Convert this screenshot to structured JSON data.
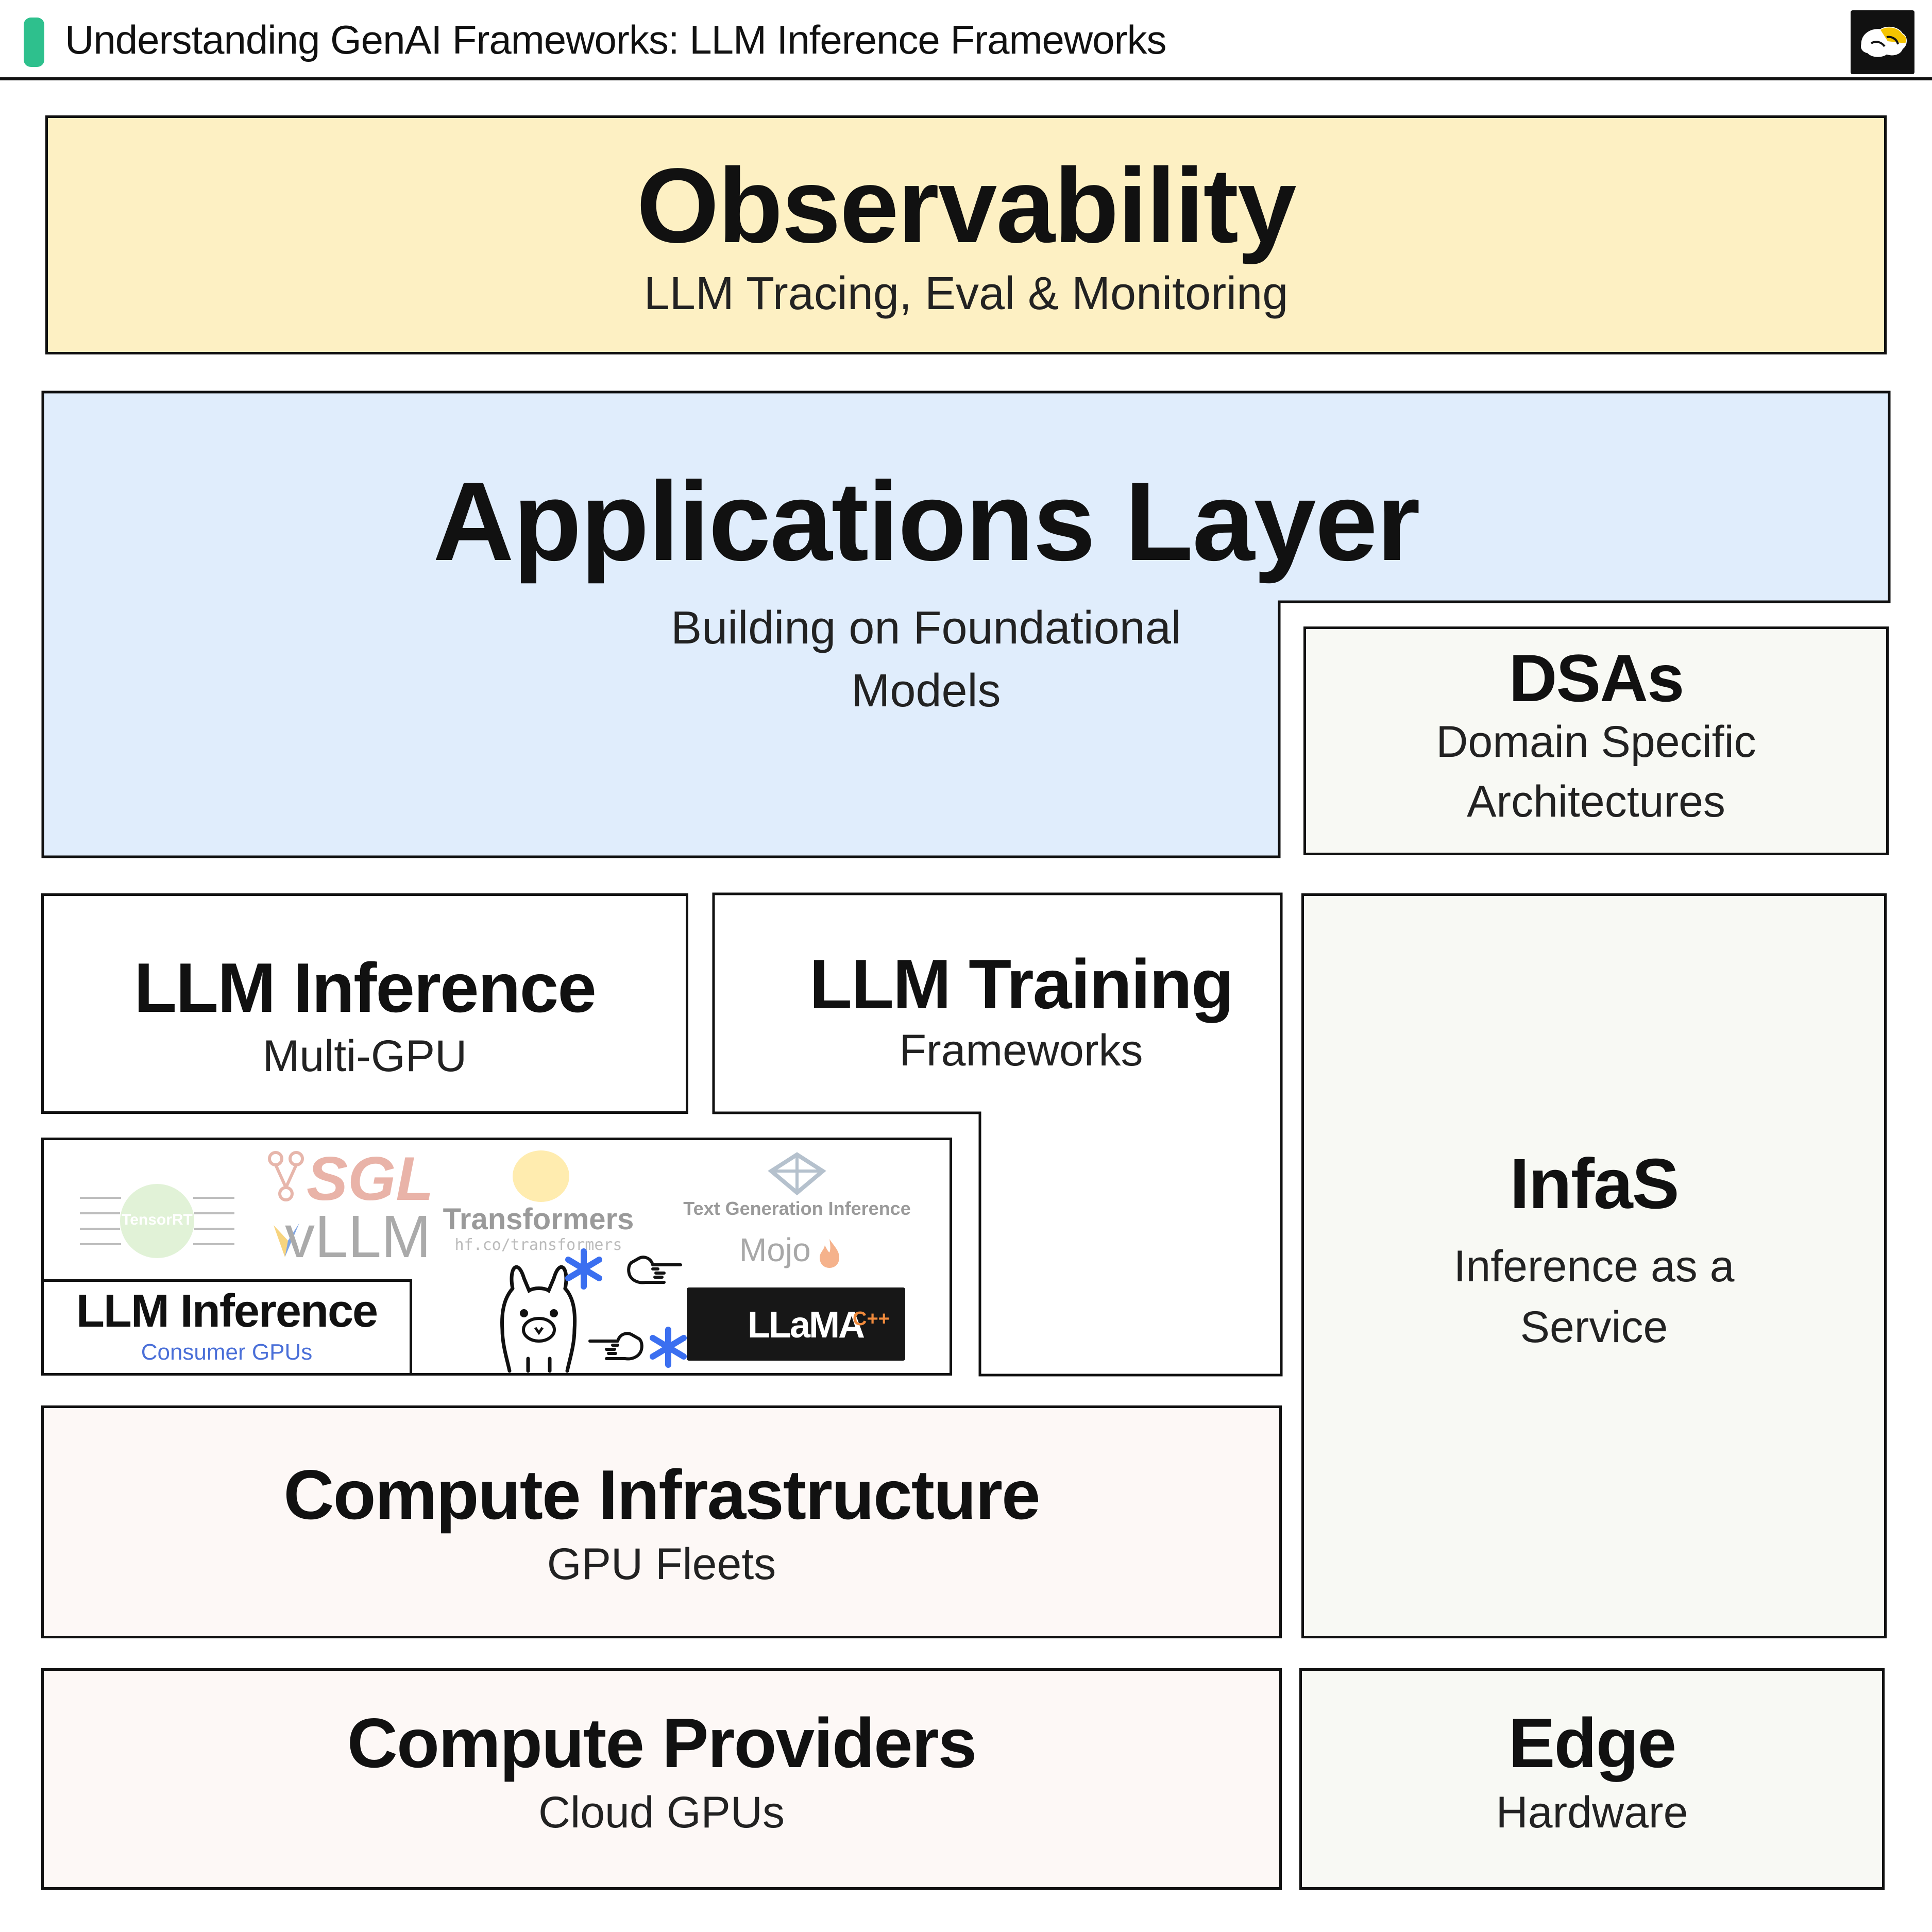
{
  "header": {
    "title": "Understanding GenAI Frameworks: LLM Inference Frameworks",
    "accent_color": "#2ec08d",
    "logo_icon": "brain-logo-icon"
  },
  "layers": {
    "observability": {
      "title": "Observability",
      "subtitle": "LLM Tracing, Eval & Monitoring",
      "color": "#fdf0c3"
    },
    "applications": {
      "title": "Applications Layer",
      "subtitle_line1": "Building on Foundational",
      "subtitle_line2": "Models",
      "color": "#e0edfc"
    },
    "dsas": {
      "title": "DSAs",
      "subtitle_line1": "Domain Specific",
      "subtitle_line2": "Architectures",
      "color": "#f8f9f4"
    },
    "llm_inference_multi": {
      "title": "LLM Inference",
      "subtitle": "Multi-GPU",
      "color": "#ffffff"
    },
    "llm_training": {
      "title": "LLM Training",
      "subtitle": "Frameworks",
      "color": "#ffffff"
    },
    "infas": {
      "title": "InfaS",
      "subtitle_line1": "Inference as a",
      "subtitle_line2": "Service",
      "color": "#f8f9f4"
    },
    "llm_inference_consumer": {
      "title": "LLM Inference",
      "subtitle": "Consumer GPUs",
      "subtitle_color": "#4a6fd8"
    },
    "compute_infra": {
      "title": "Compute Infrastructure",
      "subtitle": "GPU Fleets",
      "color": "#fdf8f6"
    },
    "compute_providers": {
      "title": "Compute Providers",
      "subtitle": "Cloud GPUs",
      "color": "#fdf8f6"
    },
    "edge": {
      "title": "Edge",
      "subtitle": "Hardware",
      "color": "#f8f9f4"
    }
  },
  "frameworks": {
    "tensorrt": "TensorRT",
    "sgl": "SGL",
    "transformers": "Transformers",
    "transformers_url": "hf.co/transformers",
    "tgi": "Text Generation Inference",
    "vllm": "vLLM",
    "mojo": "Mojo",
    "llama_cpp": "LLaMA",
    "llama_cpp_suffix": "C++"
  }
}
